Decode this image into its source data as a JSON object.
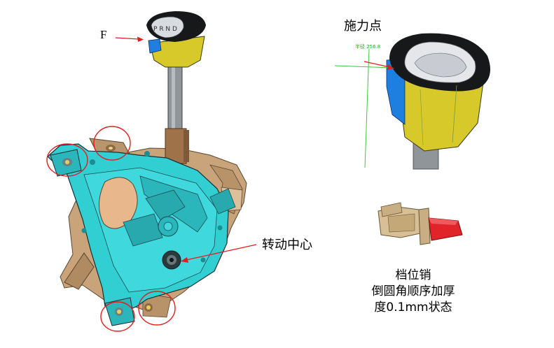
{
  "labels": {
    "force": "F",
    "force_point": "施力点",
    "rotation_center": "转动中心",
    "radius_readout": "半径 256.8"
  },
  "caption": {
    "line1": "档位销",
    "line2": "倒圆角顺序加厚",
    "line3": "度0.1mm状态"
  },
  "colors": {
    "cyan_bracket": "#31cfd2",
    "tan_housing": "#c9a47a",
    "yellow_knob": "#d7c92a",
    "blue_trim": "#1f7fe0",
    "red_pin": "#e0242a",
    "green_guide": "#3ccc3c",
    "annotation_red": "#e01e1e"
  }
}
